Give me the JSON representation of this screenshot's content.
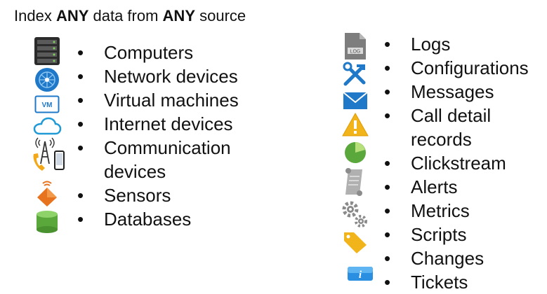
{
  "title": {
    "prefix": "Index ",
    "any1": "ANY",
    "middle": " data from ",
    "any2": "ANY",
    "suffix": " source"
  },
  "sources": [
    {
      "label": "Computers",
      "icon": "server-rack-icon"
    },
    {
      "label": "Network devices",
      "icon": "network-globe-icon"
    },
    {
      "label": "Virtual machines",
      "icon": "vm-icon",
      "icon_text": "VM"
    },
    {
      "label": "Internet devices",
      "icon": "cloud-icon"
    },
    {
      "label": "Communication",
      "label_cont": "devices",
      "icon": "phone-tower-icon"
    },
    {
      "label": "Sensors",
      "icon": "sensor-icon"
    },
    {
      "label": "Databases",
      "icon": "database-icon"
    }
  ],
  "data_types": [
    {
      "label": "Logs",
      "icon": "log-file-icon",
      "icon_text": "LOG"
    },
    {
      "label": "Configurations",
      "icon": "tools-icon"
    },
    {
      "label": "Messages",
      "icon": "envelope-icon"
    },
    {
      "label": "Call detail",
      "label_cont": "records",
      "icon": "warning-icon"
    },
    {
      "label": "Clickstream",
      "icon": "pie-chart-icon"
    },
    {
      "label": "Alerts",
      "icon": "scroll-icon"
    },
    {
      "label": "Metrics",
      "icon": "gears-icon"
    },
    {
      "label": "Scripts",
      "icon": "tag-icon"
    },
    {
      "label": "Changes",
      "icon": "info-icon",
      "icon_text": "i"
    },
    {
      "label": "Tickets"
    }
  ],
  "colors": {
    "text": "#111111",
    "blue": "#1f78c8",
    "orange": "#e8731f",
    "green": "#5aa83c",
    "yellow": "#f2b41b"
  }
}
